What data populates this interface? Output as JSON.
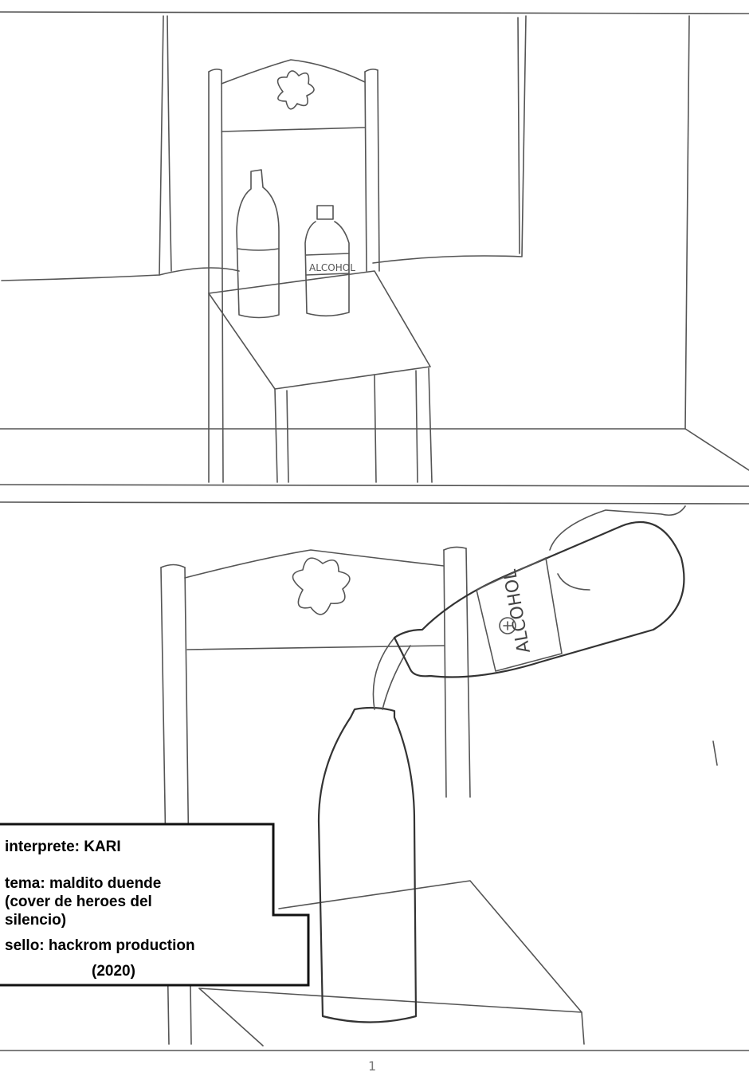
{
  "panels": {
    "top": {
      "bottle_label": "ALCOHOL"
    },
    "bottom": {
      "bottle_label": "ALCOHOL"
    }
  },
  "caption": {
    "artist": "interprete: KARI",
    "song_line1": "tema: maldito duende",
    "song_line2": "(cover de heroes del",
    "song_line3": "silencio)",
    "label": "sello: hackrom production",
    "year": "(2020)"
  },
  "page_number": "1"
}
